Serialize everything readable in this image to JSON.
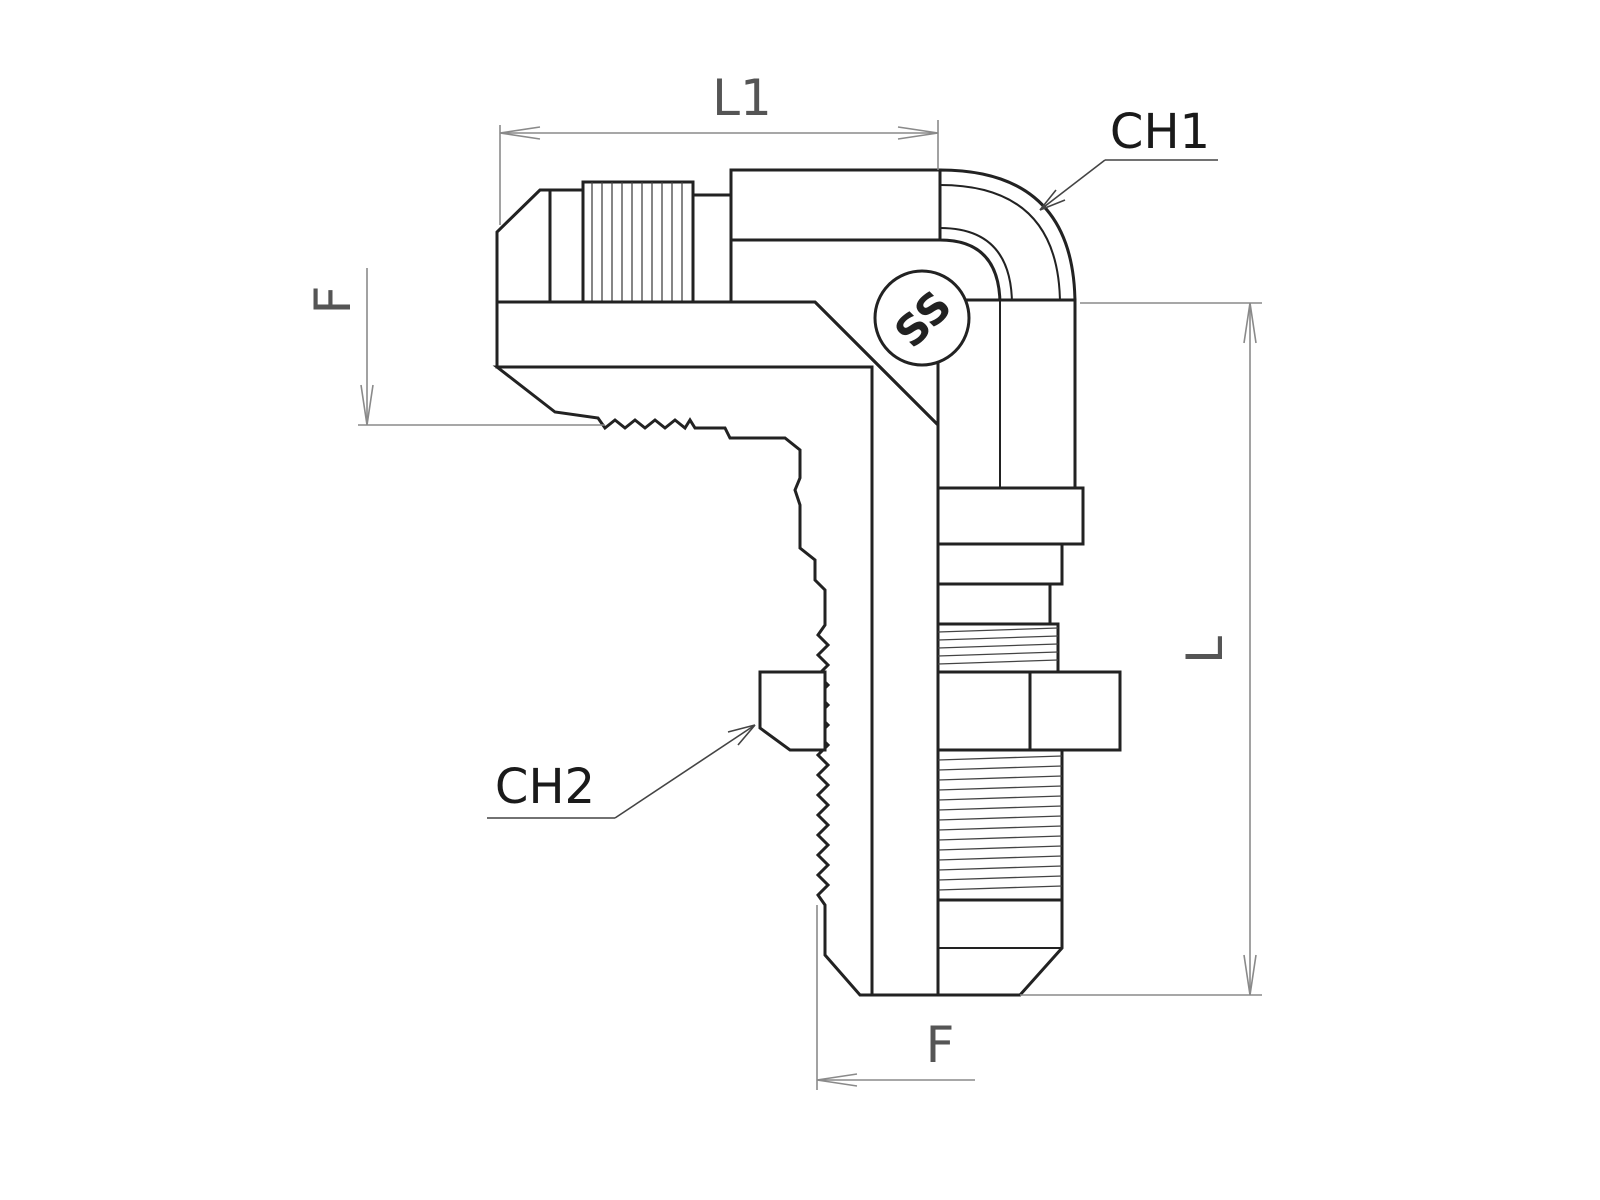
{
  "dimensions": {
    "l1": "L1",
    "l": "L",
    "f_left": "F",
    "f_bottom": "F"
  },
  "callouts": {
    "ch1": "CH1",
    "ch2": "CH2"
  },
  "logo": {
    "text": "SS"
  },
  "colors": {
    "line": "#222222",
    "dimension": "#8a8a8a",
    "shade": "#d0d0d0"
  }
}
